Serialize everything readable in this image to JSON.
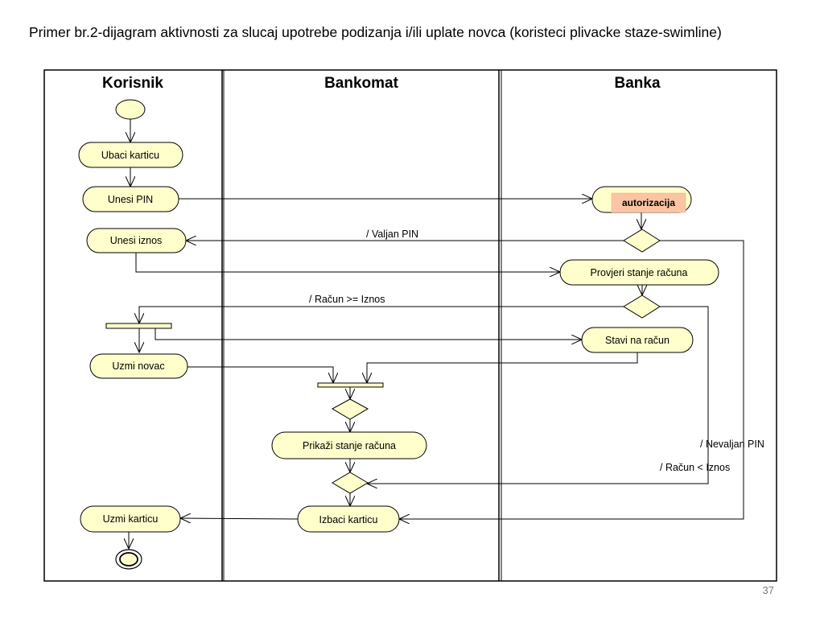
{
  "title": "Primer br.2-dijagram aktivnosti za slucaj upotrebe podizanja i/ili uplate novca (koristeci plivacke staze-swimline)",
  "page_number": "37",
  "lanes": [
    "Korisnik",
    "Bankomat",
    "Banka"
  ],
  "activities": {
    "ubaci_karticu": "Ubaci karticu",
    "unesi_pin": "Unesi PIN",
    "unesi_iznos": "Unesi iznos",
    "uzmi_novac": "Uzmi novac",
    "uzmi_karticu": "Uzmi karticu",
    "prikazi_stanje": "Prikaži stanje računa",
    "izbaci_karticu": "Izbaci karticu",
    "provjeri_stanje": "Provjeri stanje računa",
    "stavi_na_racun": "Stavi na račun"
  },
  "auth_label": "autorizacija",
  "guards": {
    "valjan_pin": "/ Valjan PIN",
    "racun_gte_iznos": "/ Račun >= Iznos",
    "nevaljan_pin": "/ Nevaljan PIN",
    "racun_lt_iznos": "/ Račun < Iznos"
  },
  "colors": {
    "node_fill": "#ffffcc",
    "auth_fill": "#fbc4a4",
    "line": "#000000"
  }
}
